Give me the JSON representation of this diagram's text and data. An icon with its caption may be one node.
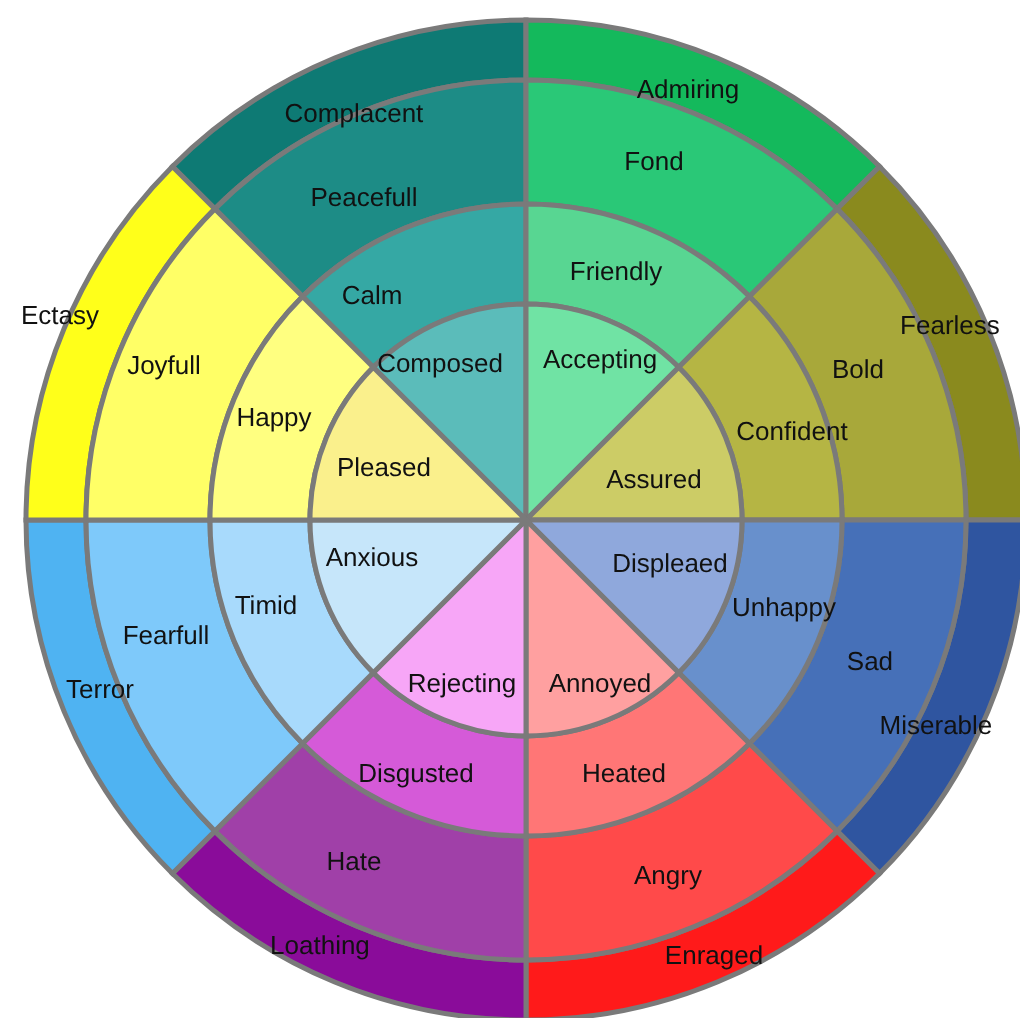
{
  "diagram": {
    "nodes": [
      {
        "text": [
          "Complacent"
        ]
      },
      {
        "text": [
          "Peacefull"
        ]
      },
      {
        "text": [
          "Calm"
        ]
      },
      {
        "text": [
          "Composed"
        ]
      },
      {
        "text": [
          "Admiring"
        ]
      },
      {
        "text": [
          "Fond"
        ]
      },
      {
        "text": [
          "Friendly"
        ]
      },
      {
        "text": [
          "Accepting"
        ]
      },
      {
        "text": [
          "Fearless"
        ]
      },
      {
        "text": [
          "Bold"
        ]
      },
      {
        "text": [
          "Confident"
        ]
      },
      {
        "text": [
          "Assured"
        ]
      },
      {
        "text": [
          "Miserable"
        ]
      },
      {
        "text": [
          "Sad"
        ]
      },
      {
        "text": [
          "Unhappy"
        ]
      },
      {
        "text": [
          "Displeaed"
        ]
      },
      {
        "text": [
          "Enraged"
        ]
      },
      {
        "text": [
          "Angry"
        ]
      },
      {
        "text": [
          "Heated"
        ]
      },
      {
        "text": [
          "Annoyed"
        ]
      },
      {
        "text": [
          "Loathing"
        ]
      },
      {
        "text": [
          "Hate"
        ]
      },
      {
        "text": [
          "Disgusted"
        ]
      },
      {
        "text": [
          "Rejecting"
        ]
      },
      {
        "text": [
          "Terror"
        ]
      },
      {
        "text": [
          "Fearfull"
        ]
      },
      {
        "text": [
          "Timid"
        ]
      },
      {
        "text": [
          "Anxious"
        ]
      },
      {
        "text": [
          "Ectasy"
        ]
      },
      {
        "text": [
          "Joyfull"
        ]
      },
      {
        "text": [
          "Happy"
        ]
      },
      {
        "text": [
          "Pleased"
        ]
      }
    ]
  }
}
